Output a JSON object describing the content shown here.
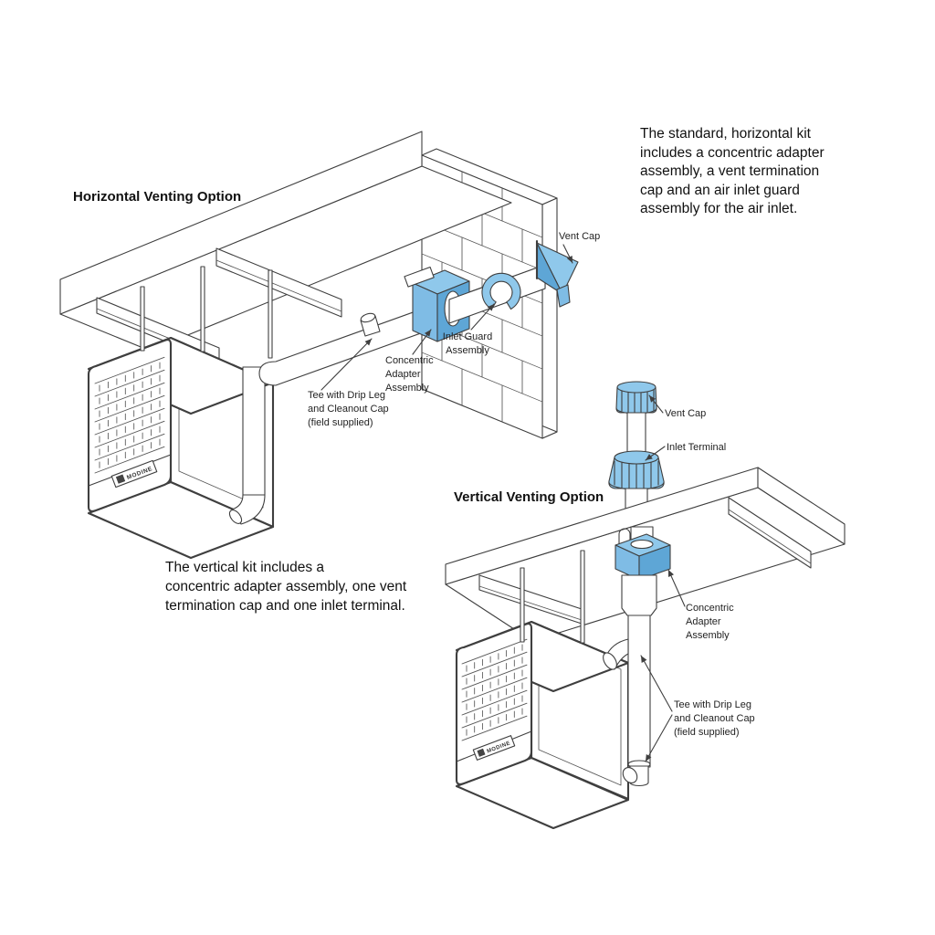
{
  "colors": {
    "background": "#ffffff",
    "line": "#3f3f3f",
    "component_light": "#8FC8EB",
    "component_mid": "#7FBCE5",
    "component_dark": "#5EA6D6",
    "text": "#1b1b1b"
  },
  "horizontal": {
    "title": "Horizontal Venting Option",
    "description_lines": [
      "The standard, horizontal kit",
      "includes a concentric adapter",
      "assembly, a vent termination",
      "cap and an air inlet guard",
      "assembly for the air inlet."
    ],
    "labels": {
      "vent_cap": "Vent Cap",
      "inlet_guard_lines": [
        "Inlet Guard",
        "Assembly"
      ],
      "adapter_lines": [
        "Concentric",
        "Adapter",
        "Assembly"
      ],
      "tee_lines": [
        "Tee with Drip Leg",
        "and Cleanout Cap",
        "(field supplied)"
      ]
    }
  },
  "vertical": {
    "title": "Vertical Venting Option",
    "description_lines": [
      "The vertical kit includes a",
      "concentric adapter assembly, one vent",
      "termination cap and one inlet terminal."
    ],
    "labels": {
      "vent_cap": "Vent Cap",
      "inlet_terminal": "Inlet Terminal",
      "adapter_lines": [
        "Concentric",
        "Adapter",
        "Assembly"
      ],
      "tee_lines": [
        "Tee with Drip Leg",
        "and Cleanout Cap",
        "(field supplied)"
      ]
    }
  },
  "heater": {
    "brand": "MODINE"
  }
}
